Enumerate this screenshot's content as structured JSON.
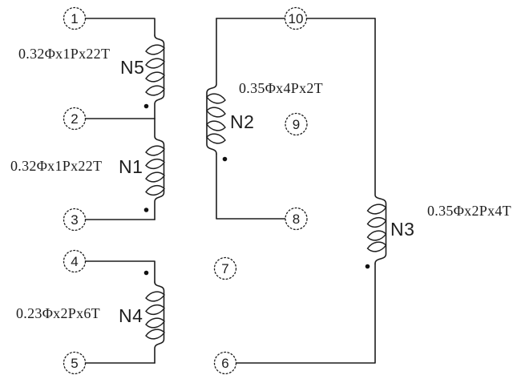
{
  "diagram": {
    "terminals": [
      "1",
      "2",
      "3",
      "4",
      "5",
      "6",
      "7",
      "8",
      "9",
      "10"
    ],
    "windings": {
      "n5": {
        "name": "N5",
        "spec": "0.32Φx1Px22T"
      },
      "n1": {
        "name": "N1",
        "spec": "0.32Φx1Px22T"
      },
      "n4": {
        "name": "N4",
        "spec": "0.23Φx2Px6T"
      },
      "n2": {
        "name": "N2",
        "spec": "0.35Φx4Px2T"
      },
      "n3": {
        "name": "N3",
        "spec": "0.35Φx2Px4T"
      }
    },
    "line_color": "#1d1d1d",
    "background_color": "#ffffff"
  }
}
